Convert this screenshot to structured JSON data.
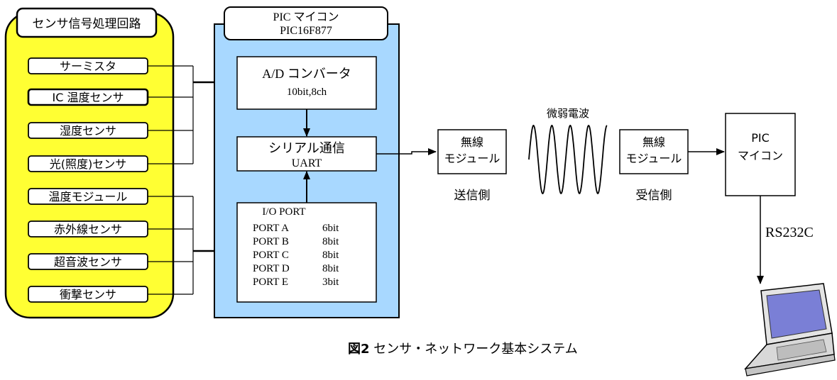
{
  "sensor_panel": {
    "title": "センサ信号処理回路",
    "items": [
      "サーミスタ",
      "IC 温度センサ",
      "湿度センサ",
      "光(照度)センサ",
      "温度モジュール",
      "赤外線センサ",
      "超音波センサ",
      "衝撃センサ"
    ]
  },
  "pic_panel": {
    "title_line1": "PIC マイコン",
    "title_line2": "PIC16F877",
    "adc_line1": "A/D コンバータ",
    "adc_line2": "10bit,8ch",
    "serial_line1": "シリアル通信",
    "serial_line2": "UART",
    "io_title": "I/O PORT",
    "ports": [
      {
        "name": "PORT A",
        "bits": "6bit"
      },
      {
        "name": "PORT B",
        "bits": "8bit"
      },
      {
        "name": "PORT C",
        "bits": "8bit"
      },
      {
        "name": "PORT D",
        "bits": "8bit"
      },
      {
        "name": "PORT E",
        "bits": "3bit"
      }
    ]
  },
  "tx_module": {
    "line1": "無線",
    "line2": "モジュール",
    "caption": "送信側"
  },
  "wave_label": "微弱電波",
  "rx_module": {
    "line1": "無線",
    "line2": "モジュール",
    "caption": "受信側"
  },
  "pic_receiver": {
    "line1": "PIC",
    "line2": "マイコン"
  },
  "link_label": "RS232C",
  "figure_caption": {
    "number": "図2",
    "text": " センサ・ネットワーク基本システム"
  },
  "colors": {
    "sensor_panel": "#ffff33",
    "pic_panel": "#a8d8ff",
    "laptop_screen": "#7a7fd6"
  },
  "icons": {
    "laptop": "laptop-icon",
    "wave": "sine-wave-icon"
  }
}
